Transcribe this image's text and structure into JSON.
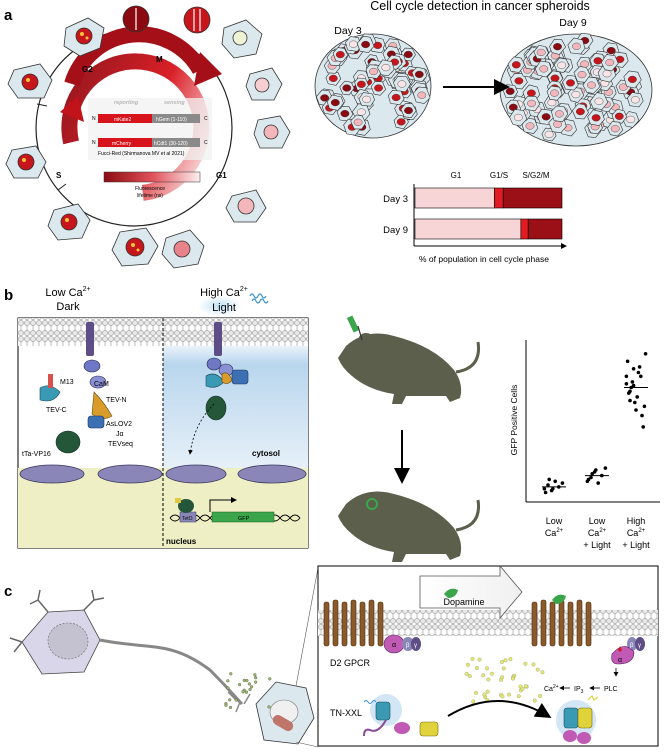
{
  "panels": {
    "a": "a",
    "b": "b",
    "c": "c"
  },
  "panel_a": {
    "title": "Cell cycle detection in cancer spheroids",
    "phases": {
      "g2": "G2",
      "m": "M",
      "g1": "G1",
      "s": "S"
    },
    "constructs": {
      "reporting": "reporting",
      "sensing": "sensing",
      "n1": "N",
      "n2": "N",
      "c1": "C",
      "c2": "C",
      "mkate": "mKate2",
      "hgem": "hGem (1-110)",
      "mcherry": "mCherry",
      "hcdt": "hCdt1 (30-120)",
      "citation": "Fucci-Red (Shirmanova MV et al 2021)",
      "colorbar_label1": "Fluorescence",
      "colorbar_label2": "lifetime (ns)"
    },
    "spheroids": {
      "day3": "Day 3",
      "day9": "Day 9"
    },
    "bar_chart": {
      "header_g1": "G1",
      "header_g1s": "G1/S",
      "header_s": "S/G2/M",
      "rows": [
        "Day 3",
        "Day 9"
      ],
      "xlabel": "% of population in cell cycle phase"
    }
  },
  "panel_b": {
    "low_title_1": "Low Ca",
    "low_title_sup": "2+",
    "low_title_2": "Dark",
    "high_title_1": "High Ca",
    "high_title_sup": "2+",
    "high_title_2": "Light",
    "labels": {
      "cam": "CaM",
      "m13": "M13",
      "tevn": "TEV-N",
      "tevc": "TEV-C",
      "aslov2": "AsLOV2",
      "ja": "Jα",
      "tevseq": "TEVseq",
      "tta": "tTa-VP16",
      "cytosol": "cytosol",
      "nucleus": "nucleus",
      "teto": "TetO",
      "gfp": "GFP"
    },
    "scatter": {
      "ylabel": "GFP Positive Cells",
      "groups": [
        {
          "l1": "Low",
          "l2": "Ca",
          "sup": "2+",
          "l3": ""
        },
        {
          "l1": "Low",
          "l2": "Ca",
          "sup": "2+",
          "l3": "+ Light"
        },
        {
          "l1": "High",
          "l2": "Ca",
          "sup": "2+",
          "l3": "+ Light"
        }
      ]
    }
  },
  "panel_c": {
    "dopamine": "Dopamine",
    "d2": "D2 GPCR",
    "alpha": "α",
    "beta": "β",
    "gamma": "γ",
    "ca": "Ca",
    "ca_sup": "2+",
    "ip3": "IP",
    "ip3_sub": "3",
    "plc": "PLC",
    "tnxxl": "TN-XXL"
  },
  "chart_data": {
    "type": "bar",
    "categories": [
      "Day 3",
      "Day 9"
    ],
    "series": [
      {
        "name": "G1",
        "values": [
          54,
          72
        ]
      },
      {
        "name": "G1/S",
        "values": [
          6,
          5
        ]
      },
      {
        "name": "S/G2/M",
        "values": [
          40,
          23
        ]
      }
    ],
    "xlabel": "% of population in cell cycle phase",
    "xlim": [
      0,
      100
    ],
    "colors": {
      "G1": "#f7d4d6",
      "G1/S": "#e21b23",
      "S/G2/M": "#9b0f17"
    }
  },
  "scatter_data": {
    "type": "scatter",
    "ylabel": "GFP Positive Cells",
    "categories": [
      "Low Ca2+",
      "Low Ca2+ + Light",
      "High Ca2+ + Light"
    ],
    "points": [
      [
        0.06,
        0.08,
        0.05,
        0.1,
        0.07,
        0.09,
        0.04,
        0.11,
        0.06
      ],
      [
        0.1,
        0.12,
        0.15,
        0.09,
        0.13,
        0.17,
        0.11,
        0.14,
        0.16
      ],
      [
        0.62,
        0.58,
        0.7,
        0.55,
        0.66,
        0.5,
        0.74,
        0.6,
        0.52,
        0.68,
        0.45,
        0.78,
        0.57,
        0.63,
        0.48,
        0.71,
        0.39,
        0.66,
        0.53,
        0.61
      ]
    ],
    "medians": [
      0.07,
      0.13,
      0.6
    ]
  },
  "colors": {
    "dark_red": "#8b0a12",
    "red": "#d7141c",
    "pink": "#f3b7bb",
    "light_pink": "#fbe4e5",
    "cell_blue": "#dbe9ee",
    "mouse": "#5b5f4b",
    "membrane_purple": "#8a86b8",
    "nucleus_yellow": "#eeefc4",
    "cytosol_blue": "#c9dff1",
    "gfp_green": "#3aa54a"
  }
}
